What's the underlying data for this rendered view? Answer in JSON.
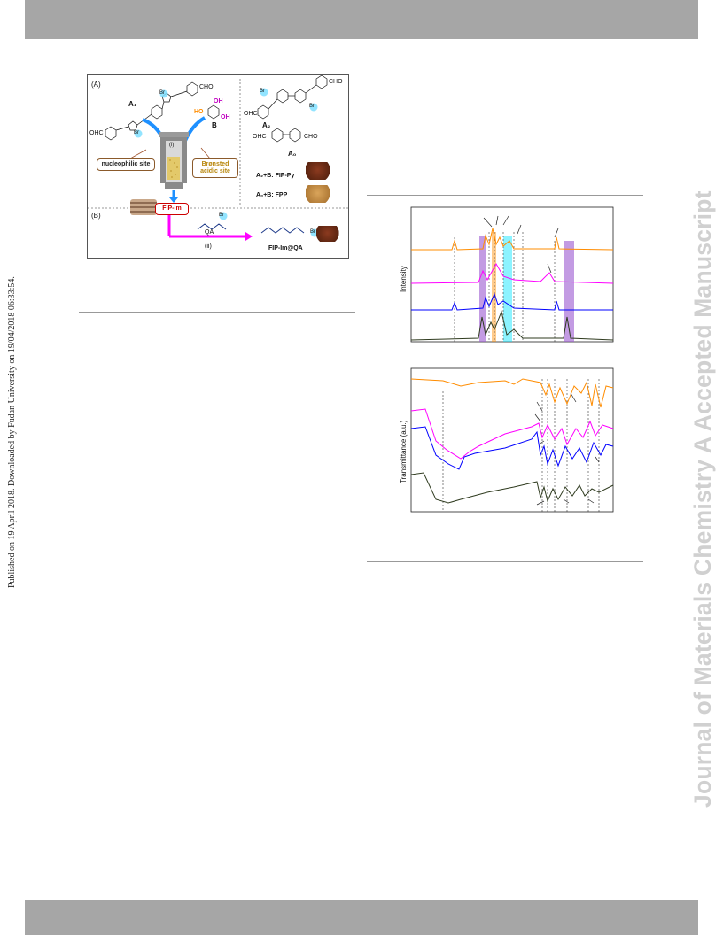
{
  "side_left_text": "Published on 19 April 2018. Downloaded by Fudan University on 19/04/2018 06:33:54.",
  "side_right_text": "Journal of Materials Chemistry A Accepted Manuscript",
  "scheme": {
    "panel_a_label": "(A)",
    "panel_b_label": "(B)",
    "mol_a1": "A₁",
    "mol_a2": "A₂",
    "mol_a0": "A₀",
    "mol_b": "B",
    "cho_1": "OHC",
    "cho_2": "CHO",
    "cho_3": "OHC",
    "cho_4": "CHO",
    "cho_5": "OHC",
    "cho_6": "CHO",
    "oh_1": "OH",
    "oh_2": "HO",
    "oh_3": "OH",
    "br_1": "Br",
    "br_2": "Br",
    "br_3": "Br",
    "br_4": "Br",
    "br_5": "Br",
    "br_6": "Br",
    "vessel_label": "(i)",
    "nucleophilic": "nucleophilic site",
    "bronsted": "Brønsted acidic site",
    "fip_py": "A₂+B: FIP-Py",
    "fpp": "A₀+B: FPP",
    "fip_im": "FIP-Im",
    "qa": "QA",
    "step_ii": "(ii)",
    "fip_im_qa": "FIP-Im@QA"
  },
  "xrd": {
    "ylabel": "Intensity",
    "colors": [
      "#ff8c00",
      "#ff00ff",
      "#0000ff",
      "#2f3b1f"
    ]
  },
  "ftir": {
    "ylabel": "Transmittance (a.u.)",
    "colors": [
      "#ff8c00",
      "#ff00ff",
      "#0000ff",
      "#2f3b1f"
    ]
  }
}
